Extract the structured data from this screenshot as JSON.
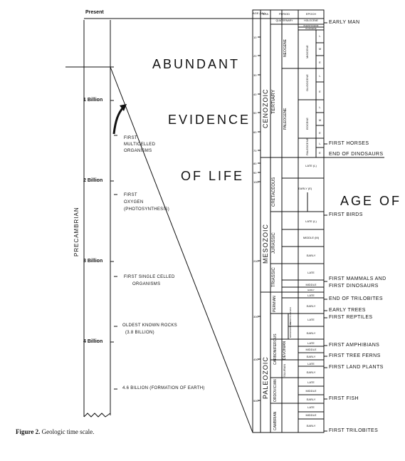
{
  "left_column": {
    "present_label": "Present",
    "precambrian_label": "PRECAMBRIAN",
    "billions": [
      "1 Billion",
      "2 Billion",
      "3 Billion",
      "4 Billion"
    ],
    "events": [
      {
        "lines": [
          "FIRST",
          "MULTICELLED",
          "ORGANISMS"
        ]
      },
      {
        "lines": [
          "FIRST",
          "OXYGEN",
          "(PHOTOSYNTHESIS)"
        ]
      },
      {
        "lines": [
          "FIRST SINGLE CELLED",
          "ORGANISMS"
        ]
      },
      {
        "lines": [
          "OLDEST KNOWN ROCKS",
          "(3.8 BILLION)"
        ]
      },
      {
        "lines": [
          "4.6 BILLION (FORMATION OF EARTH)"
        ]
      }
    ]
  },
  "big_text": {
    "abundant": "ABUNDANT",
    "evidence": "EVIDENCE",
    "of_life": "OF LIFE",
    "age_of": "AGE OF"
  },
  "table": {
    "headers": [
      "AGE (My)",
      "ERA",
      "PERIOD",
      "EPOCH"
    ],
    "eras": [
      "CENOZOIC",
      "MESOZOIC",
      "PALEOZOIC"
    ],
    "periods": [
      "TERTIARY",
      "CRETACEOUS",
      "JURASSIC",
      "TRIASSIC",
      "PERMIAN",
      "CARBONIFEROUS",
      "DEVONIAN",
      "SILURIAN",
      "ORDOVICIAN",
      "CAMBRIAN",
      "QUATERNARY",
      "NEOGENE",
      "PALEOGENE"
    ],
    "epochs": [
      "MIOCENE",
      "OLIGOCENE",
      "EOCENE",
      "PALEOCENE",
      "HOLOCENE",
      "PLEISTOCENE",
      "PLIOCENE"
    ],
    "ages": [
      "10",
      "20",
      "30",
      "40",
      "50",
      "60",
      "70",
      "80",
      "90",
      "100",
      "200",
      "300",
      "400",
      "500"
    ],
    "subdivisions": {
      "late": "LATE",
      "middle": "MIDDLE",
      "early": "EARLY",
      "late_k": "LATE (L)",
      "early_k": "EARLY (E)",
      "late_j": "LATE (L)",
      "middle_j": "MIDDLE (M)",
      "l": "L",
      "m": "M",
      "e": "E",
      "penn": "PENNSYLVANIAN",
      "miss": "MISSISSIPPIAN",
      "early_cut": "EARLY"
    }
  },
  "right_events": [
    "EARLY MAN",
    "FIRST HORSES",
    "END OF DINOSAURS",
    "FIRST BIRDS",
    "FIRST MAMMALS AND",
    "FIRST DINOSAURS",
    "END OF TRILOBITES",
    "EARLY TREES",
    "FIRST REPTILES",
    "FIRST AMPHIBIANS",
    "FIRST TREE FERNS",
    "FIRST LAND PLANTS",
    "FIRST FISH",
    "FIRST TRILOBITES"
  ],
  "caption": {
    "label": "Figure 2.",
    "text": "Geologic time scale."
  }
}
